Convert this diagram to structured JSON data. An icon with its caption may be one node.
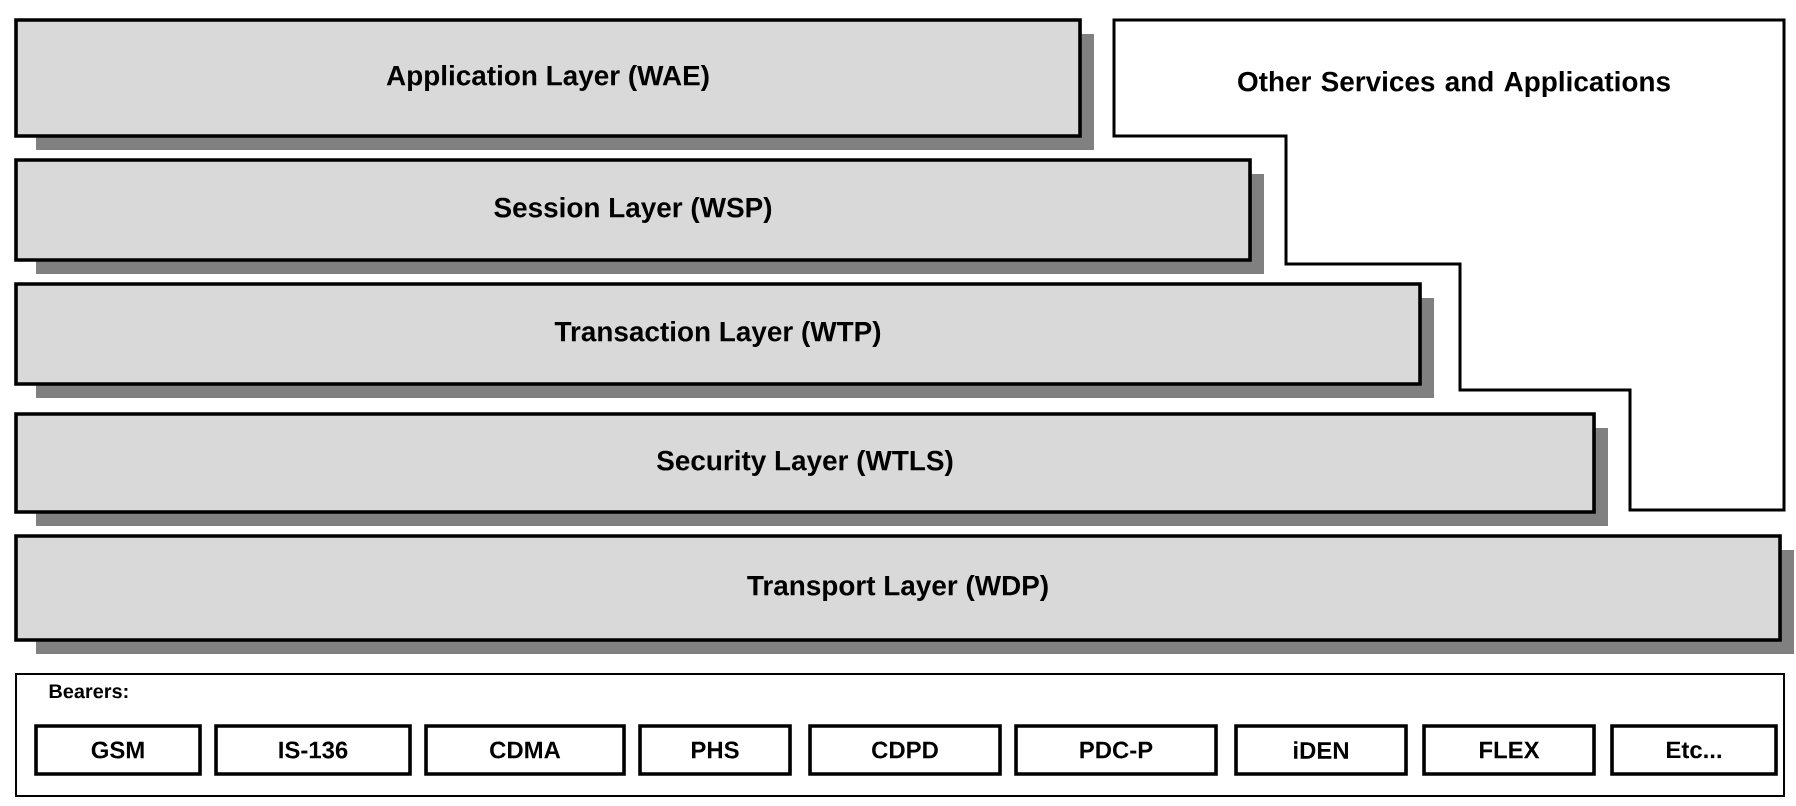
{
  "diagram": {
    "nodes": [
      {
        "text": [
          "Application Layer (WAE)"
        ]
      },
      {
        "text": [
          "Session Layer (WSP)"
        ]
      },
      {
        "text": [
          "Transaction Layer (WTP)"
        ]
      },
      {
        "text": [
          "Security Layer (WTLS)"
        ]
      },
      {
        "text": [
          "Transport Layer (WDP)"
        ]
      },
      {
        "text": [
          "Other Services and Applications"
        ]
      },
      {
        "text": [
          "Bearers:"
        ]
      },
      {
        "text": [
          "GSM"
        ],
        "in": 6
      },
      {
        "text": [
          "IS-136"
        ],
        "in": 6
      },
      {
        "text": [
          "CDMA"
        ],
        "in": 6
      },
      {
        "text": [
          "PHS"
        ],
        "in": 6
      },
      {
        "text": [
          "CDPD"
        ],
        "in": 6
      },
      {
        "text": [
          "PDC-P"
        ],
        "in": 6
      },
      {
        "text": [
          "iDEN"
        ],
        "in": 6
      },
      {
        "text": [
          "FLEX"
        ],
        "in": 6
      },
      {
        "text": [
          "Etc..."
        ],
        "in": 6
      }
    ]
  }
}
